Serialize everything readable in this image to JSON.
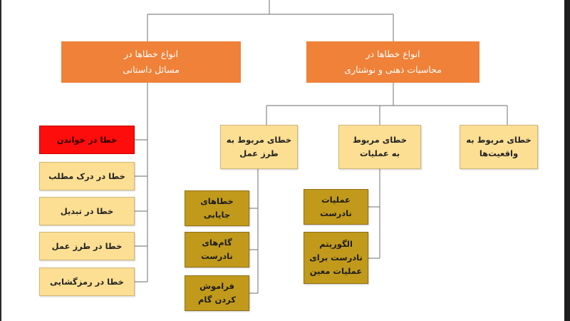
{
  "colors": {
    "orange": "#ef8138",
    "cream": "#fcdf93",
    "gold": "#c19a1c",
    "red": "#fe0d0d",
    "line": "#888888"
  },
  "left_branch": {
    "title": "انواع خطاها در\nمسائل داستانی",
    "items": [
      {
        "label": "خطا در خواندن",
        "highlight": true
      },
      {
        "label": "خطا در درک مطلب",
        "highlight": false
      },
      {
        "label": "خطا در تبدیل",
        "highlight": false
      },
      {
        "label": "خطا در طرز عمل",
        "highlight": false
      },
      {
        "label": "خطا در رمزگشایی",
        "highlight": false
      }
    ]
  },
  "right_branch": {
    "title": "انواع خطاها در\nمحاسبات ذهنی و نوشتاری",
    "categories": [
      {
        "label": "خطای مربوط به\nطرز عمل",
        "children": [
          "خطاهای\nجایابی",
          "گام‌های\nنادرست",
          "فراموش\nکردن گام"
        ]
      },
      {
        "label": "خطای مربوط\nبه عملیات",
        "children": [
          "عملیات\nنادرست",
          "الگوریتم\nنادرست برای\nعملیات معین"
        ]
      },
      {
        "label": "خطای مربوط به\nواقعیت‌ها",
        "children": []
      }
    ]
  }
}
